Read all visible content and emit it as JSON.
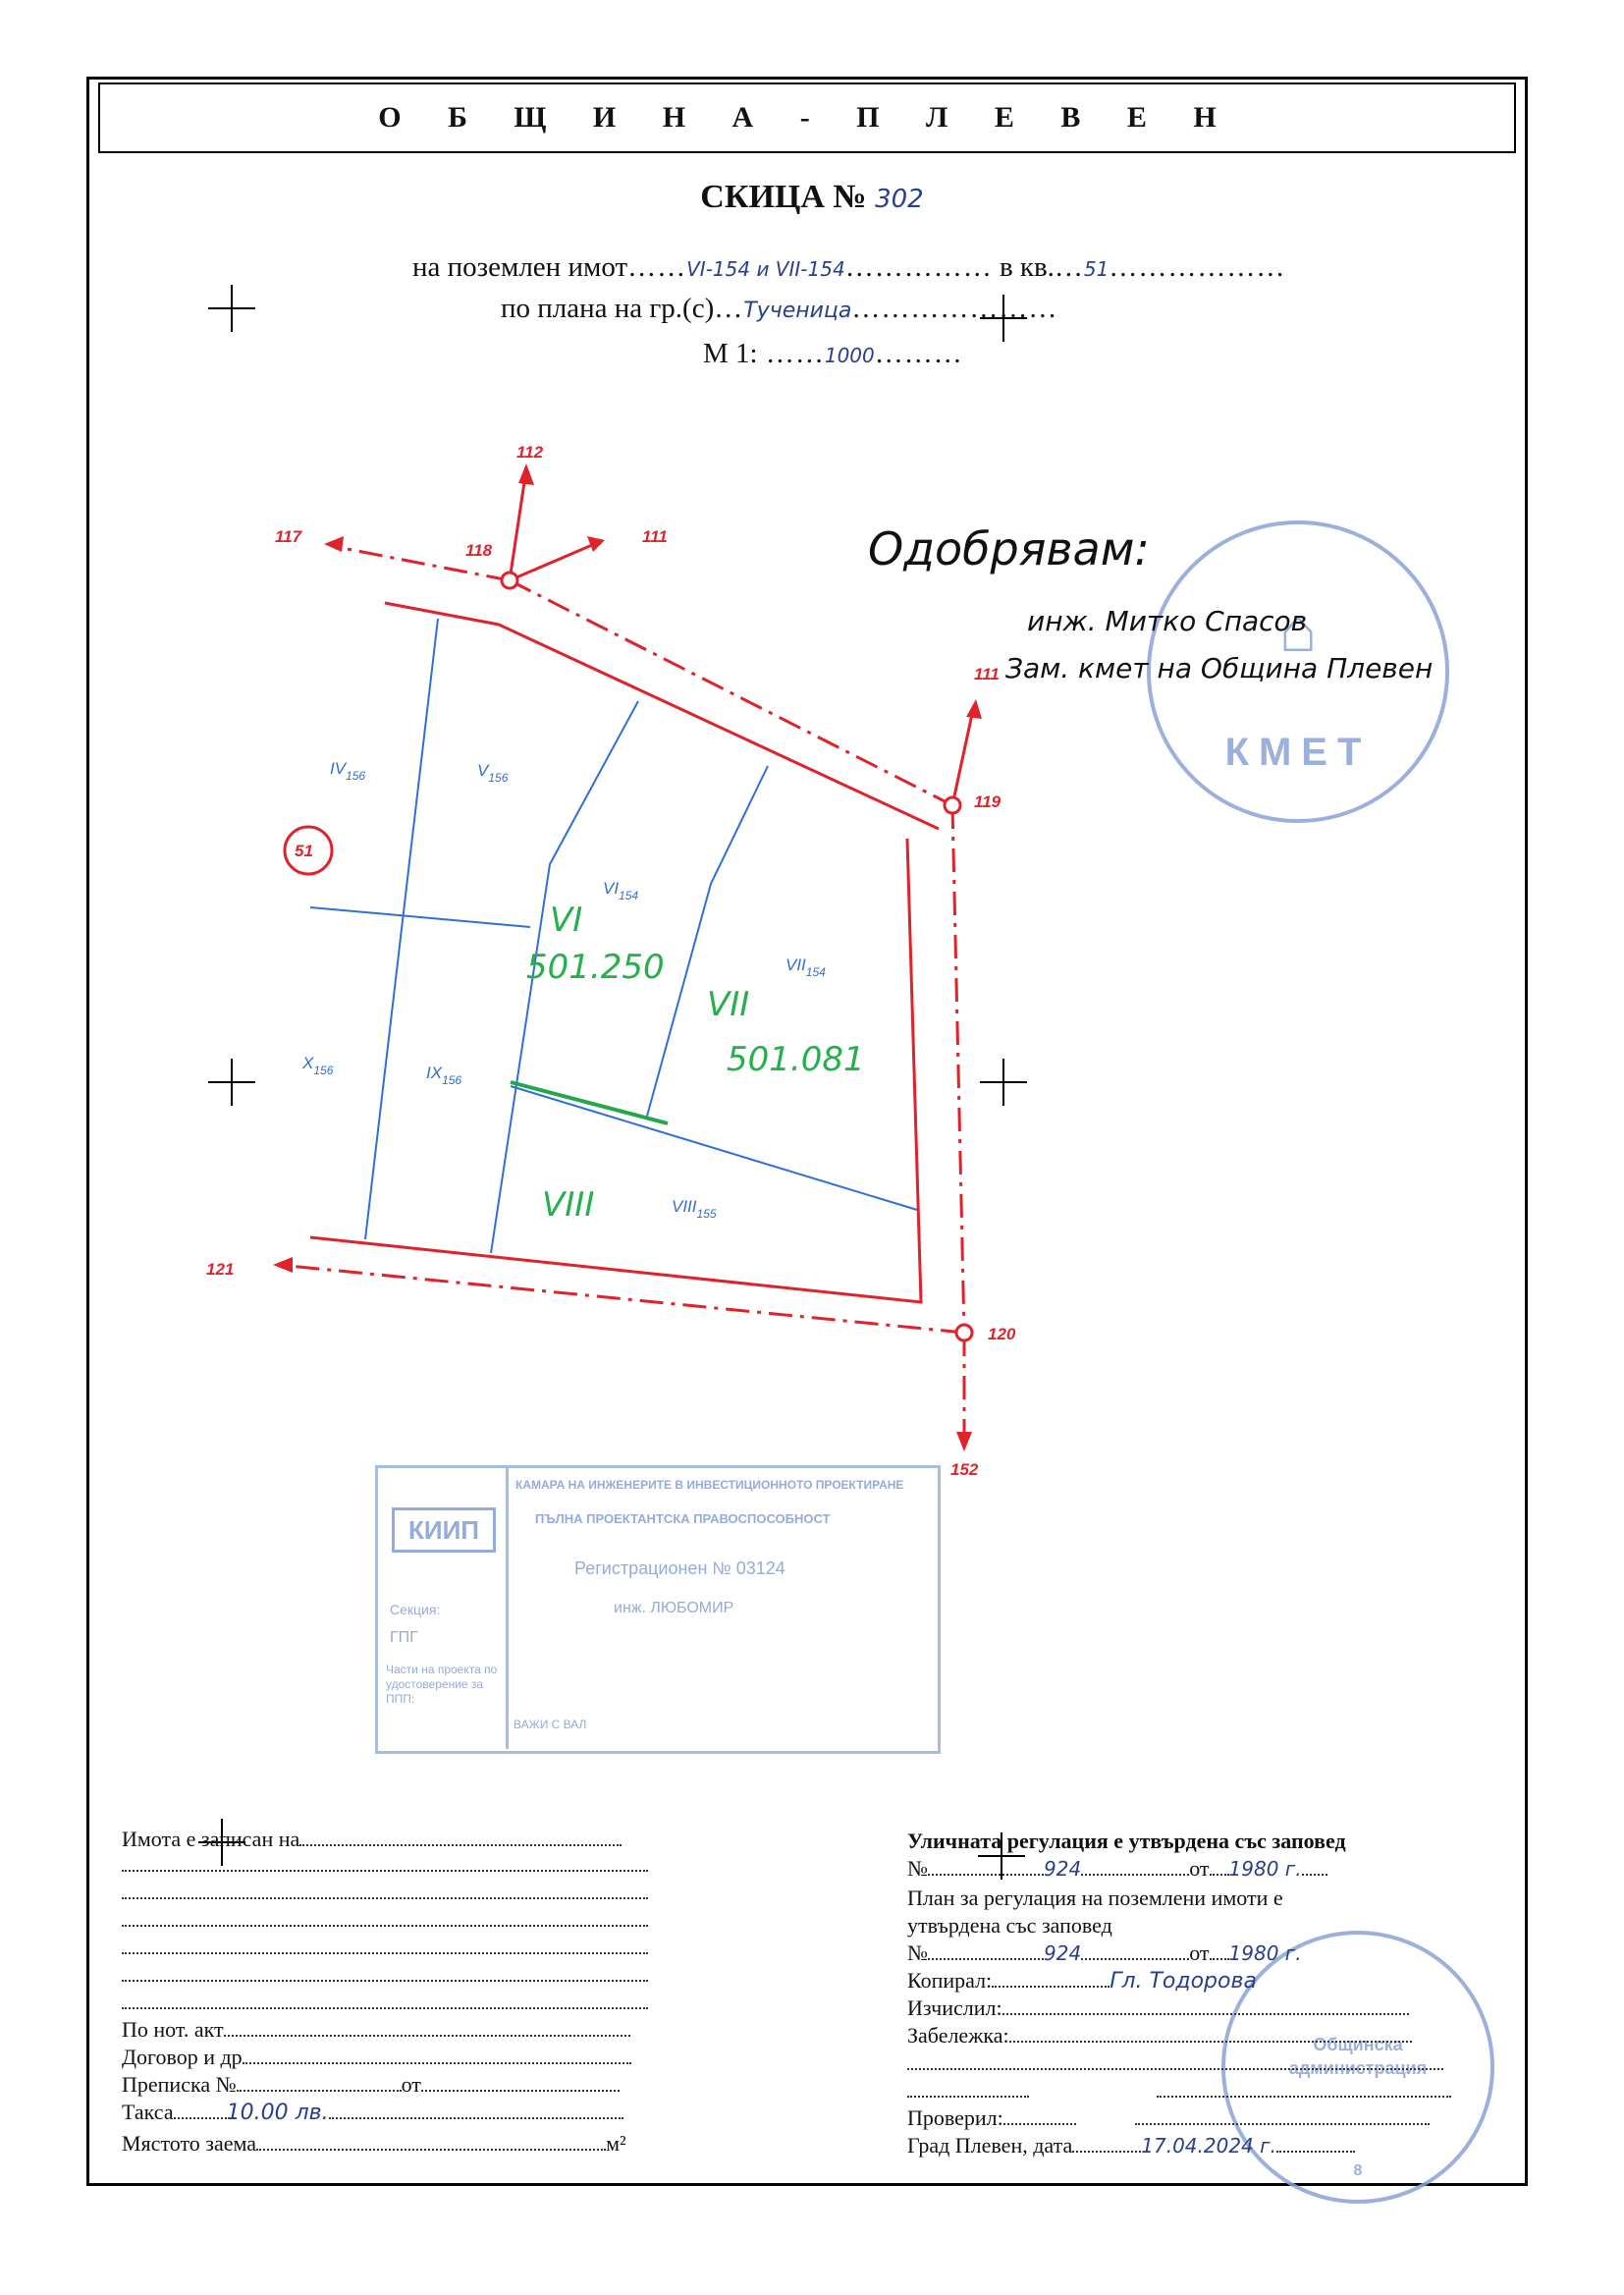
{
  "header": {
    "municipality": "О Б Щ И Н А - П Л Е В Е Н"
  },
  "sketch": {
    "title": "СКИЦА №",
    "number": "302",
    "property_label": "на поземлен имот",
    "property_value": "VI-154 и VII-154",
    "block_label": "в кв.",
    "block_value": "51",
    "plan_label": "по плана на гр.(с)",
    "plan_value": "Тученица",
    "scale_label": "М 1:",
    "scale_value": "1000"
  },
  "approval": {
    "title": "Одобрявам:",
    "name": "инж. Митко Спасов",
    "position": "Зам. кмет на Община Плевен"
  },
  "plan": {
    "block_number": "51",
    "points": [
      "112",
      "117",
      "118",
      "111",
      "111",
      "119",
      "121",
      "120",
      "152"
    ],
    "lots": [
      {
        "num": "IV",
        "sub": "156"
      },
      {
        "num": "V",
        "sub": "156"
      },
      {
        "num": "VI",
        "sub": "154"
      },
      {
        "num": "VII",
        "sub": "154"
      },
      {
        "num": "X",
        "sub": "156"
      },
      {
        "num": "IX",
        "sub": "156"
      },
      {
        "num": "VIII",
        "sub": "155"
      }
    ],
    "green_annotations": [
      "VI",
      "501.250",
      "VII",
      "501.081",
      "VIII"
    ]
  },
  "stamps": {
    "mayor_stamp": "КМЕТ",
    "chamber_line1": "КАМАРА НА ИНЖЕНЕРИТЕ В ИНВЕСТИЦИОННОТО ПРОЕКТИРАНЕ",
    "chamber_line2": "ПЪЛНА ПРОЕКТАНТСКА ПРАВОСПОСОБНОСТ",
    "chamber_reg": "Регистрационен № 03124",
    "chamber_eng": "инж. ЛЮБОМИР",
    "chamber_logo": "КИИП",
    "chamber_section_label": "Секция:",
    "chamber_section": "ГПГ",
    "chamber_note": "Части на проекта по удостоверение за ППП:",
    "chamber_valid": "ВАЖИ С ВАЛ",
    "admin_stamp": "Общинска администрация",
    "admin_stamp_no": "8"
  },
  "left_block": {
    "owner_label": "Имота е записан на",
    "notary_label": "По нот. акт",
    "contract_label": "Договор и др",
    "transcript_label": "Преписка №",
    "transcript_from": "от",
    "fee_label": "Такса",
    "fee_value": "10.00 лв.",
    "area_label": "Мястото заема",
    "area_unit": "м²"
  },
  "right_block": {
    "street_reg": "Уличната регулация е утвърдена със заповед",
    "no_label": "№",
    "order_no": "924",
    "from_label": "от",
    "order_year": "1980 г.",
    "plan_reg_1": "План за регулация на поземлени имоти е",
    "plan_reg_2": "утвърдена със заповед",
    "order_no_2": "924",
    "order_year_2": "1980 г.",
    "copied_label": "Копирал:",
    "copied_value": "Гл. Тодорова",
    "calculated_label": "Изчислил:",
    "note_label": "Забележка:",
    "checked_label": "Проверил:",
    "city_date_label": "Град Плевен, дата",
    "date_value": "17.04.2024 г."
  }
}
